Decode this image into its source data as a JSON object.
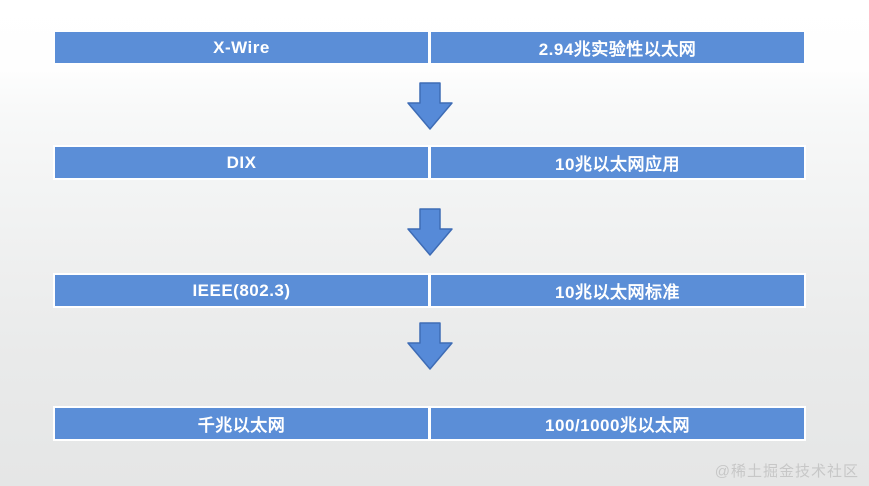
{
  "diagram": {
    "title_implicit": "Ethernet evolution flow",
    "rows": [
      {
        "left": "X-Wire",
        "right": "2.94兆实验性以太网"
      },
      {
        "left": "DIX",
        "right": "10兆以太网应用"
      },
      {
        "left": "IEEE(802.3)",
        "right": "10兆以太网标准"
      },
      {
        "left": "千兆以太网",
        "right": "100/1000兆以太网"
      }
    ],
    "colors": {
      "bar": "#5b8ed7",
      "arrow_fill": "#568ad8",
      "arrow_border": "#3e6cb5",
      "text": "#ffffff",
      "divider": "#ffffff",
      "watermark": "#c7c7c7"
    }
  },
  "watermark": {
    "text": "@稀土掘金技术社区"
  }
}
